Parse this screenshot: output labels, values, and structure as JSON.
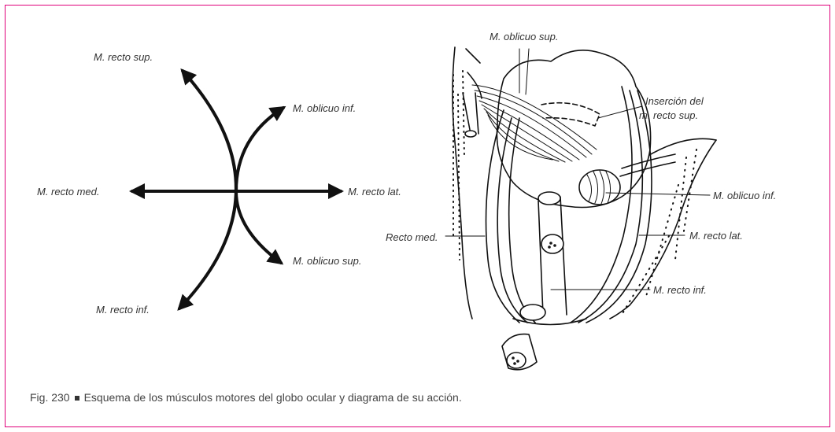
{
  "colors": {
    "frame_border": "#e0007a",
    "ink": "#111111",
    "label_text": "#333333",
    "caption_text": "#444444"
  },
  "action_diagram": {
    "recto_sup": "M. recto sup.",
    "oblicuo_inf": "M. oblicuo inf.",
    "recto_med": "M. recto med.",
    "recto_lat": "M. recto lat.",
    "oblicuo_sup": "M. oblicuo sup.",
    "recto_inf": "M. recto inf."
  },
  "anatomy_drawing": {
    "oblicuo_sup": "M. oblicuo sup.",
    "insercion_line1": "Inserción del",
    "insercion_line2": "m. recto sup.",
    "oblicuo_inf": "M. oblicuo inf.",
    "recto_med": "Recto med.",
    "recto_lat": "M. recto lat.",
    "recto_inf": "M. recto inf."
  },
  "caption": {
    "number": "Fig. 230",
    "text": "Esquema de los músculos motores del globo ocular y diagrama de su acción."
  }
}
